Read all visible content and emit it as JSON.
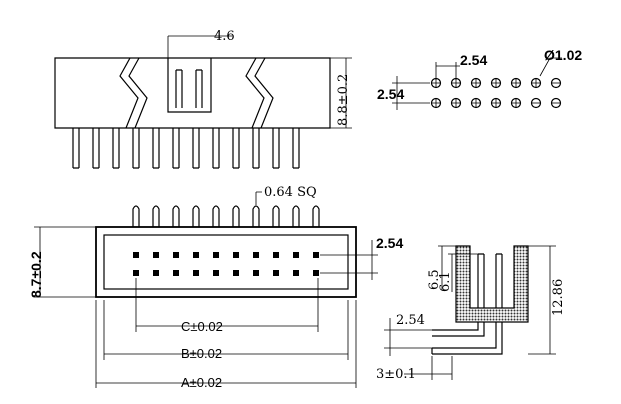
{
  "labels": {
    "top_pitch": "4.6",
    "top_height": "8.8±0.2",
    "pcb_pitch_h": "2.54",
    "pcb_pitch_v": "2.54",
    "pcb_hole_dia": "Ø1.02",
    "pin_square": "0.64 SQ",
    "front_height": "8.7±0.2",
    "front_row_pitch": "2.54",
    "dim_c": "C±0.02",
    "dim_b": "B±0.02",
    "dim_a": "A±0.02",
    "side_dim_65": "6.5",
    "side_dim_61": "6.1",
    "side_dim_1286": "12.86",
    "side_pitch": "2.54",
    "side_offset": "3±0.1"
  }
}
